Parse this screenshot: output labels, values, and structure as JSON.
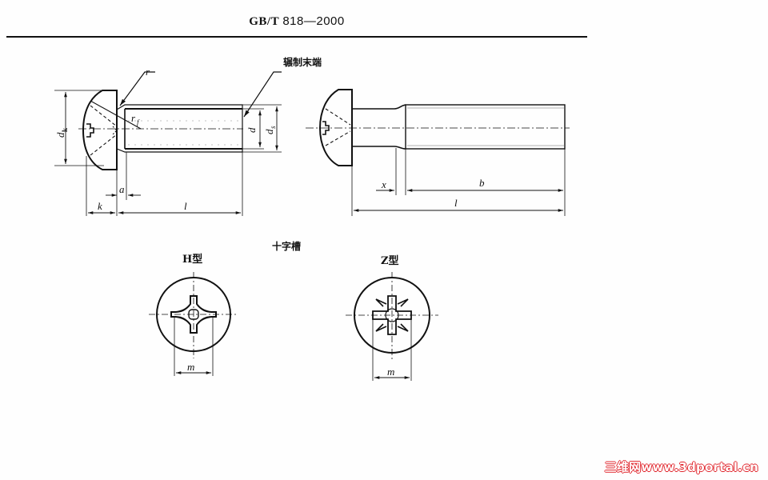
{
  "header": {
    "standard_prefix": "GB/T",
    "standard_number": "818—2000"
  },
  "side_view": {
    "callout_rolled_end": "辗制末端",
    "labels": {
      "r": "r",
      "rf_main": "r",
      "rf_sub": "f",
      "dk_main": "d",
      "dk_sub": "k",
      "d": "d",
      "ds_main": "d",
      "ds_sub": "s",
      "a": "a",
      "k": "k",
      "l": "l"
    }
  },
  "side_view_2": {
    "labels": {
      "x": "x",
      "b": "b",
      "l": "l"
    }
  },
  "recess": {
    "title": "十字槽",
    "type_h": "H型",
    "type_z": "Z型",
    "m_label_h": "m",
    "m_label_z": "m"
  },
  "watermark": {
    "text": "三维网www.3dportal.cn",
    "color": "#e0242b"
  }
}
